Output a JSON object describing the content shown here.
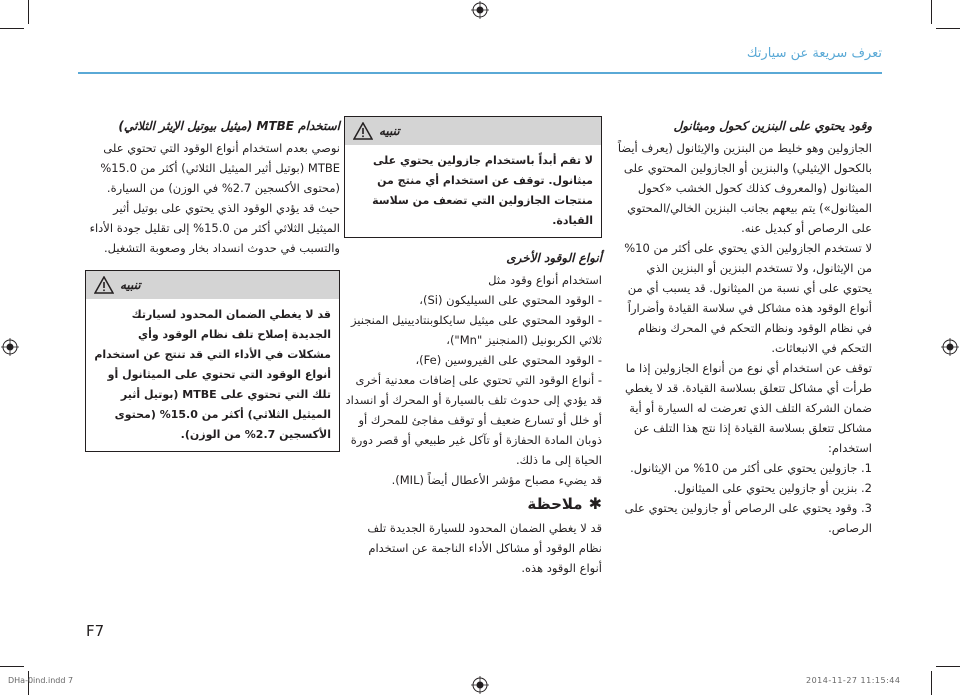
{
  "header": {
    "title": "تعرف سريعة عن سيارتك"
  },
  "page": {
    "number": "F7"
  },
  "footer": {
    "file": "DHa-0ind.indd   7",
    "timestamp": "2014-11-27   11:15:44"
  },
  "fuel": {
    "title": "وقود يحتوي على البنزين كحول وميثانول",
    "paragraph": "الجازولين وهو خليط من البنزين والإيثانول (يعرف أيضاً بالكحول الإيثيلي) والبنزين أو الجازولين المحتوي على الميثانول (والمعروف كذلك كحول الخشب «كحول الميثانول») يتم بيعهم بجانب البنزين الخالي/المحتوي على الرصاص أو كبديل عنه.",
    "paragraph2": "لا تستخدم الجازولين الذي يحتوي على أكثر من 10% من الإيثانول، ولا تستخدم البنزين أو البنزين الذي يحتوي على أي نسبة من الميثانول. قد يسبب أي من أنواع الوقود هذه مشاكل في سلاسة القيادة وأضراراً في نظام الوقود ونظام التحكم في المحرك ونظام التحكم في الانبعاثات.",
    "paragraph3": "توقف عن استخدام أي نوع من أنواع الجازولين إذا ما طرأت أي مشاكل تتعلق بسلاسة القيادة. قد لا يغطي ضمان الشركة التلف الذي تعرضت له السيارة أو أية مشاكل تتعلق بسلاسة القيادة إذا نتج هذا التلف عن استخدام:",
    "list": [
      "1. جازولين يحتوي على أكثر من 10% من الإيثانول.",
      "2. بنزين أو جازولين يحتوي على الميثانول.",
      "3. وقود يحتوي على الرصاص أو جازولين يحتوي على الرصاص."
    ]
  },
  "warning1": {
    "label": "تنبيه",
    "text": "لا تقم أبداً باستخدام جازولين يحتوي على ميثانول. توقف عن استخدام أي منتج من منتجات الجازولين التي تضعف من سلاسة القيادة."
  },
  "other_fuels": {
    "title": "أنواع الوقود الأخرى",
    "intro": "استخدام أنواع وقود مثل",
    "list": [
      "- الوقود المحتوي على السيليكون (Si)،",
      "- الوقود المحتوي على ميثيل سايكلوبنتاديينيل المنجنيز ثلاثي الكربونيل (المنجنيز \"Mn\")،",
      "- الوقود المحتوي على الفيروسين (Fe)،",
      "- أنواع الوقود التي تحتوي على إضافات معدنية أخرى"
    ],
    "paragraph": "قد يؤدي إلى حدوث تلف بالسيارة أو المحرك أو انسداد أو خلل أو تسارع ضعيف أو توقف مفاجئ للمحرك أو ذوبان المادة الحفازة أو تآكل غير طبيعي أو قصر دورة الحياة إلى ما ذلك.",
    "paragraph2": "قد يضيء مصباح مؤشر الأعطال أيضاً (MIL)."
  },
  "note": {
    "title": "ملاحظة",
    "text": "قد لا يغطي الضمان المحدود للسيارة الجديدة تلف نظام الوقود أو مشاكل الأداء الناجمة عن استخدام أنواع الوقود هذه."
  },
  "mtbe": {
    "title": "استخدام MTBE (ميثيل بيوتيل الإيثر الثلاثي)",
    "paragraph": "نوصي بعدم استخدام أنواع الوقود التي تحتوي على MTBE (بوتيل أثير الميثيل الثلاثي) أكثر من 15.0% (محتوى الأكسجين 2.7% في الوزن) من السيارة.",
    "paragraph2": "حيث قد يؤدي الوقود الذي يحتوي على بوتيل أثير الميثيل الثلاثي أكثر من 15.0% إلى تقليل جودة الأداء والتسبب في حدوث انسداد بخار وصعوبة التشغيل."
  },
  "warning2": {
    "label": "تنبيه",
    "text": "قد لا يغطي الضمان المحدود لسيارتك الجديدة إصلاح تلف نظام الوقود وأي مشكلات في الأداء التي قد تنتج عن استخدام أنواع الوقود التي تحتوي على الميثانول أو تلك التي تحتوي على MTBE (بوتيل أثير الميثيل الثلاثي) أكثر من 15.0% (محتوى الأكسجين 2.7% من الوزن)."
  }
}
